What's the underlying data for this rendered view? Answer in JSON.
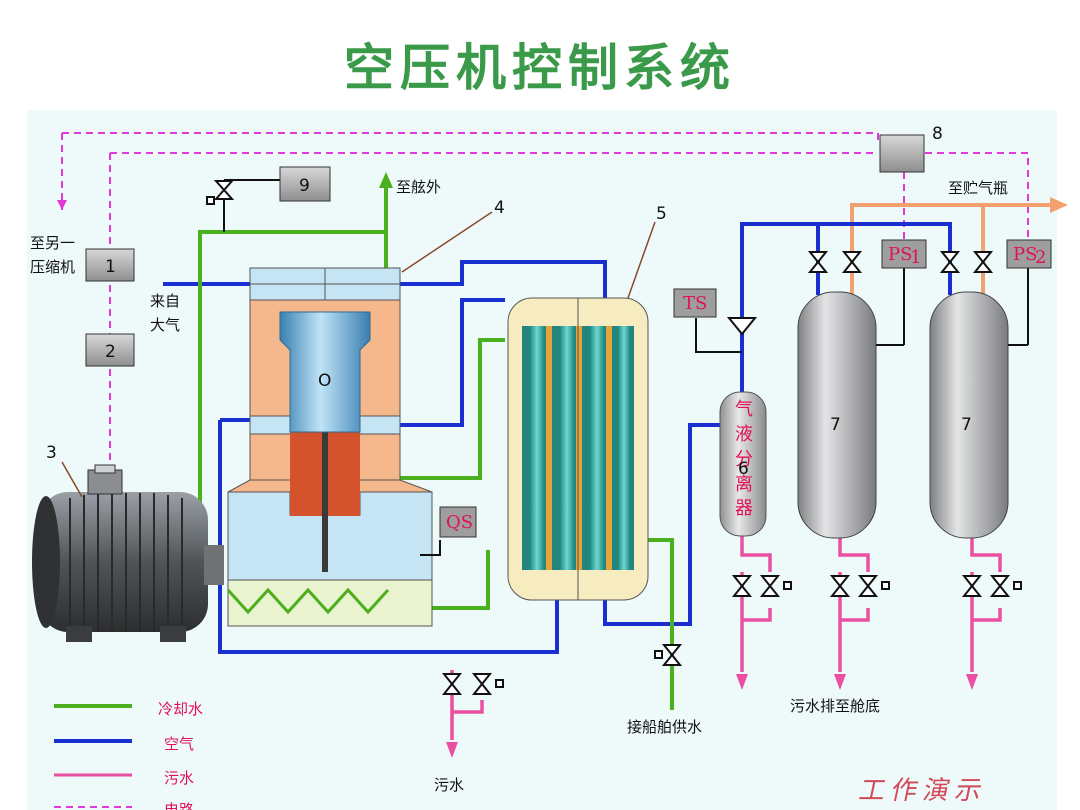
{
  "title": "空压机控制系统",
  "labels": {
    "to_other_compressor_1": "至另一",
    "to_other_compressor_2": "压缩机",
    "from_atmosphere_1": "来自",
    "from_atmosphere_2": "大气",
    "to_outside": "至舷外",
    "to_air_bottle": "至贮气瓶",
    "sewage": "污水",
    "sewage_to_bilge": "污水排至舱底",
    "ship_water_supply": "接船舶供水",
    "separator_chars": [
      "气",
      "液",
      "分",
      "离",
      "器"
    ],
    "separator_num": "6",
    "cylinder_mark": "O"
  },
  "components": {
    "box1": "1",
    "box2": "2",
    "motor_num": "3",
    "leader4": "4",
    "leader5": "5",
    "bottle_a": "7",
    "bottle_b": "7",
    "box8": "8",
    "box9": "9",
    "ts": "TS",
    "qs": "QS",
    "ps1": "PS",
    "ps1_sub": "1",
    "ps2": "PS",
    "ps2_sub": "2"
  },
  "legend": [
    {
      "label": "冷却水",
      "color": "#4caf1e",
      "style": "solid"
    },
    {
      "label": "空气",
      "color": "#1a2fd0",
      "style": "solid"
    },
    {
      "label": "污水",
      "color": "#ea4fa2",
      "style": "solid"
    },
    {
      "label": "电路",
      "color": "#e13ad8",
      "style": "dashed"
    }
  ],
  "watermark": "工作演示",
  "colors": {
    "cooling_water": "#4caf1e",
    "air": "#1a2fd0",
    "sewage": "#ea4fa2",
    "circuit": "#e13ad8",
    "compressed_air_out": "#f2a070"
  }
}
